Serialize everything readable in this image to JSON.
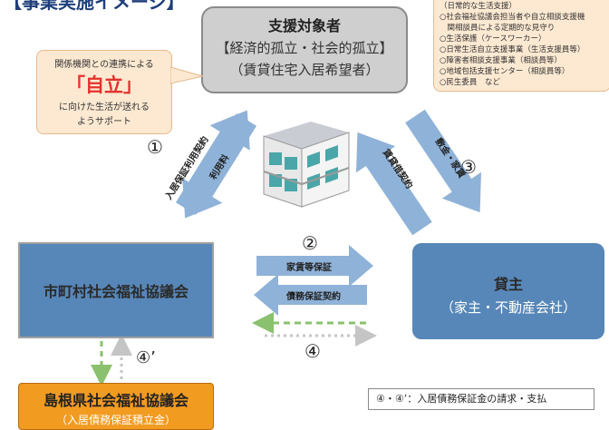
{
  "header_fragment": "【事業実施イメージ】",
  "center": {
    "title": "支援対象者",
    "line1": "【経済的孤立・社会的孤立】",
    "line2": "（賃貸住宅入居希望者）"
  },
  "callout_left": {
    "line1": "関係機関との連携による",
    "highlight": "「自立」",
    "line2": "に向けた生活が送れる",
    "line3": "ようサポート"
  },
  "callout_right": {
    "lines": [
      "（日常的な生活支援）",
      "○社会福祉協議会担当者や自立相談支援機",
      "　関相談員による定期的な見守り",
      "○生活保護（ケースワーカー）",
      "○日常生活自立支援事業（生活支援員等）",
      "○障害者相談支援事業（相談員等）",
      "○地域包括支援センター（相談員等）",
      "○民生委員　など"
    ]
  },
  "left_box": {
    "label": "市町村社会福祉協議会"
  },
  "right_box": {
    "title": "貸主",
    "subtitle": "（家主・不動産会社）"
  },
  "bottom_box": {
    "title": "島根県社会福祉協議会",
    "subtitle": "（入居債務保証積立金）"
  },
  "flows": {
    "arrow1_label": "入居保証利用契約",
    "arrow1_return_label": "利用料",
    "arrow1_num": "①",
    "arrow2_label": "家賃等保証",
    "arrow2_num": "②",
    "arrow2_return_label": "債務保証契約",
    "arrow3_label": "敷金・家賃",
    "arrow3_return_label": "賃貸借契約",
    "arrow3_num": "③",
    "arrow4_num": "④",
    "arrow4p_num": "④’"
  },
  "legend": {
    "text": "④・④’：入居債務保証金の請求・支払"
  },
  "colors": {
    "blue_box": "#5787b8",
    "orange_box": "#f29b21",
    "gray_box": "#cfcfcf",
    "arrow_blue": "#8fb2d8",
    "red_accent": "#e5322d",
    "green_dash": "#8ac16e"
  }
}
